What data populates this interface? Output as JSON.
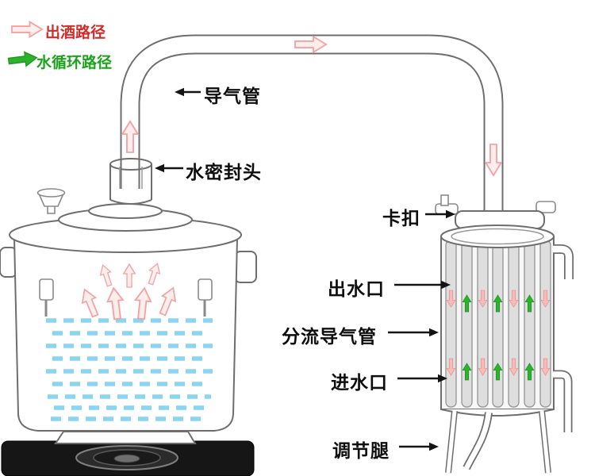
{
  "legend": {
    "items": [
      {
        "id": "wine",
        "label": "出酒路径",
        "text_color": "#d42a2a",
        "arrow_fill": "#fdeded",
        "arrow_stroke": "#f2a2a2"
      },
      {
        "id": "water",
        "label": "水循环路径",
        "text_color": "#1ba31b",
        "arrow_fill": "#2cb22c",
        "arrow_stroke": "#1e921e"
      }
    ]
  },
  "labels": {
    "gas_pipe": "导气管",
    "water_seal_head": "水密封头",
    "buckle": "卡扣",
    "water_outlet": "出水口",
    "branch_gas_pipe": "分流导气管",
    "water_inlet": "进水口",
    "adjustable_leg": "调节腿"
  },
  "colors": {
    "vapor_arrow": "#f2a2a2",
    "vapor_arrow_solid": "#f6bcbc",
    "water_flow_arrow": "#2cb22c",
    "water_dashes": "#8ad6f2",
    "metal_outline": "#6e6e6e",
    "callout": "#141414",
    "stove": "#161616"
  }
}
